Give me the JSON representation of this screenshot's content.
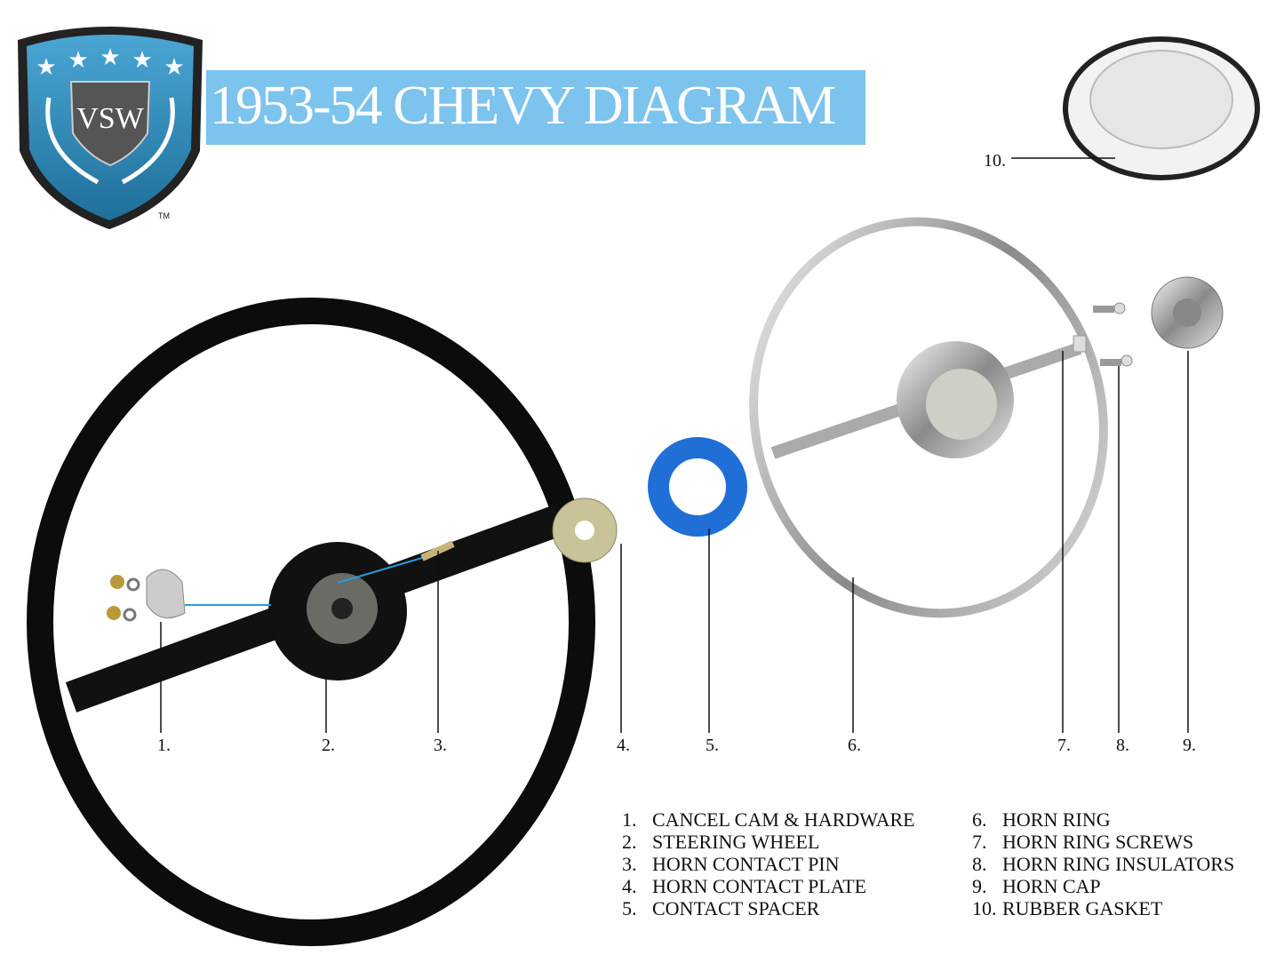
{
  "logo": {
    "text": "VSW",
    "trademark": "TM",
    "colors": {
      "shield": "#2f8fc0",
      "frame": "#222222"
    }
  },
  "title": "1953-54 CHEVY DIAGRAM",
  "accent_color": "#7cc3ee",
  "callouts": [
    "1.",
    "2.",
    "3.",
    "4.",
    "5.",
    "6.",
    "7.",
    "8.",
    "9.",
    "10."
  ],
  "legend": [
    {
      "num": "1.",
      "label": "CANCEL CAM & HARDWARE"
    },
    {
      "num": "2.",
      "label": "STEERING WHEEL"
    },
    {
      "num": "3.",
      "label": "HORN CONTACT PIN"
    },
    {
      "num": "4.",
      "label": "HORN CONTACT PLATE"
    },
    {
      "num": "5.",
      "label": "CONTACT SPACER"
    },
    {
      "num": "6.",
      "label": "HORN RING"
    },
    {
      "num": "7.",
      "label": "HORN RING SCREWS"
    },
    {
      "num": "8.",
      "label": "HORN RING INSULATORS"
    },
    {
      "num": "9.",
      "label": "HORN CAP"
    },
    {
      "num": "10.",
      "label": "RUBBER GASKET"
    }
  ]
}
